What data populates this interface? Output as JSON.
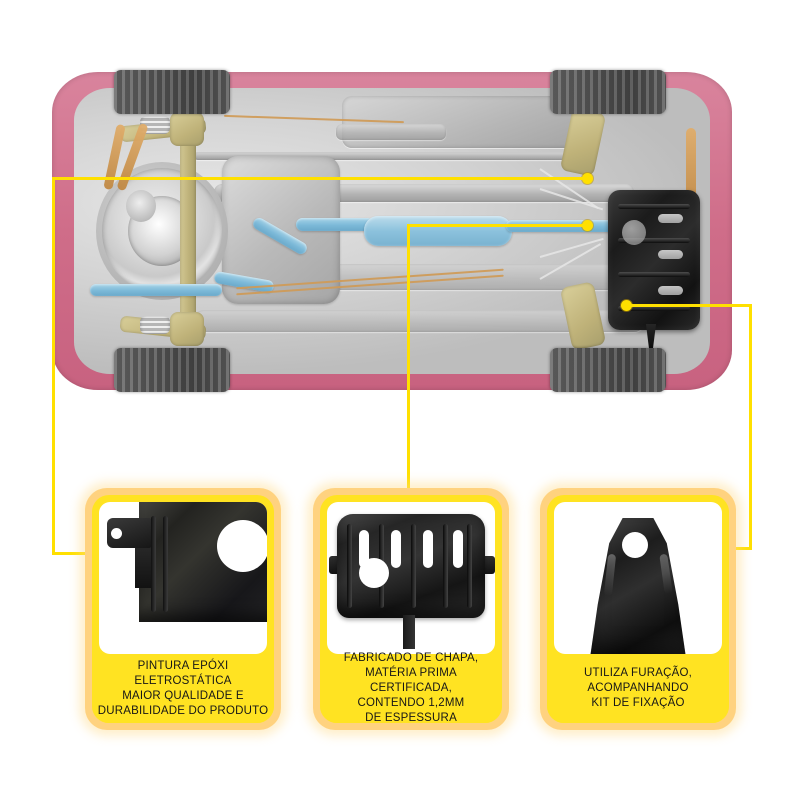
{
  "page": {
    "background_color": "#FFFFFF",
    "accent_yellow": "#FFE322",
    "accent_yellow_glow": "#FFD27F",
    "callout_line_color": "#FFE000",
    "car_body_color": "#CF6D89",
    "part_color": "#1B1B1B"
  },
  "diagram": {
    "name": "car-underbody-photo",
    "description_alt": "Vista inferior do veiculo com protetor de carter instalado",
    "highlighted_part": "protetor-de-carter"
  },
  "callouts": [
    {
      "id": "callout-1",
      "target": "protetor-de-carter-borda",
      "points_to_card": 1
    },
    {
      "id": "callout-2",
      "target": "protetor-de-carter-corpo",
      "points_to_card": 2
    },
    {
      "id": "callout-3",
      "target": "suporte-de-fixacao",
      "points_to_card": 3
    }
  ],
  "cards": [
    {
      "id": "card-pintura",
      "image_name": "detalhe-borda-protetor",
      "lines": [
        "PINTURA EPÓXI",
        "ELETROSTÁTICA",
        "MAIOR QUALIDADE E",
        "DURABILIDADE DO PRODUTO"
      ]
    },
    {
      "id": "card-chapa",
      "image_name": "protetor-de-carter-completo",
      "lines": [
        "FABRICADO DE CHAPA,",
        "MATÉRIA PRIMA CERTIFICADA,",
        "CONTENDO 1,2MM",
        "DE ESPESSURA"
      ]
    },
    {
      "id": "card-furacao",
      "image_name": "suporte-de-fixacao",
      "lines": [
        "UTILIZA FURAÇÃO,",
        "ACOMPANHANDO",
        "KIT DE FIXAÇÃO"
      ]
    }
  ]
}
